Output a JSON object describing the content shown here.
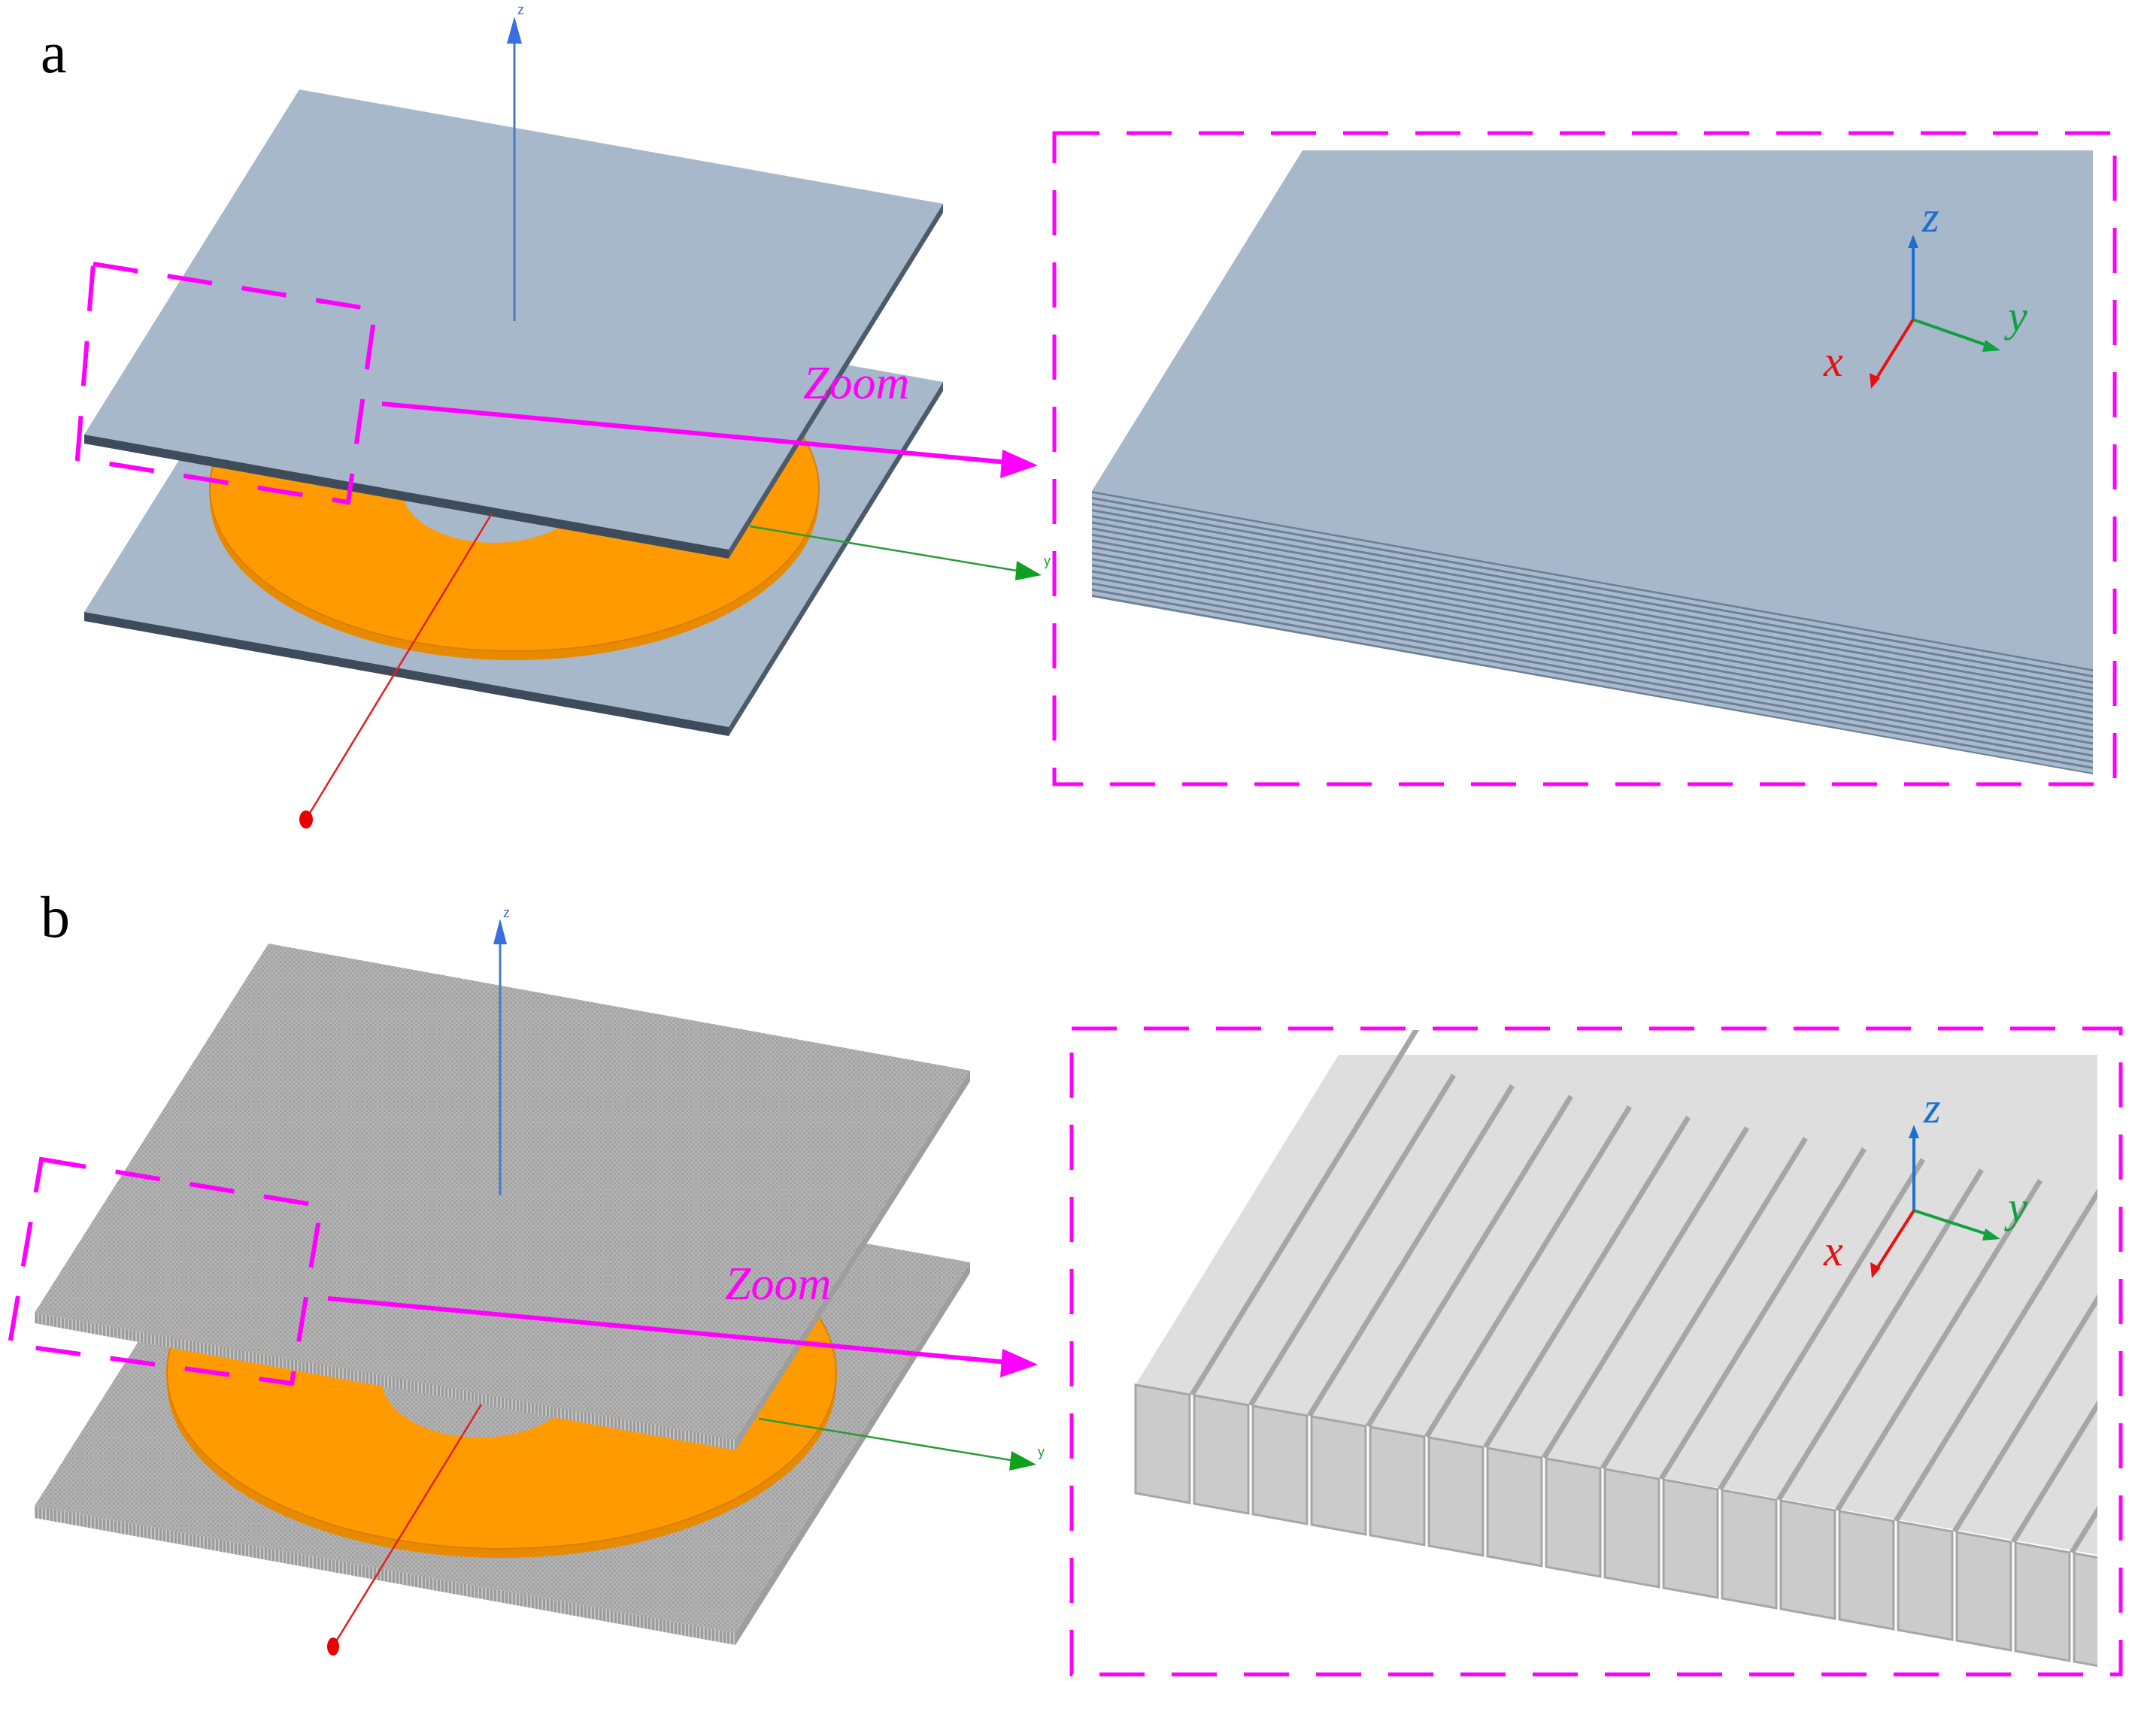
{
  "figure": {
    "panels": [
      {
        "id": "a",
        "label": "a",
        "zoom_label": "Zoom",
        "model_axes": {
          "z": "z",
          "y": "y"
        },
        "inset_axes": {
          "x": "x",
          "y": "y",
          "z": "z"
        },
        "plate_style": "laminated stack (thin horizontal layers)"
      },
      {
        "id": "b",
        "label": "b",
        "zoom_label": "Zoom",
        "model_axes": {
          "z": "z",
          "y": "y"
        },
        "inset_axes": {
          "x": "x",
          "y": "y",
          "z": "z"
        },
        "plate_style": "slotted bars (vertical fins)"
      }
    ]
  },
  "colors": {
    "plate_a_top": "#a8b8cb",
    "plate_a_edge": "#3d4b5b",
    "plate_b": "#b2b2b2",
    "disc": "#ff9a00",
    "disc_edge": "#e88a00",
    "highlight": "#ff00ff",
    "axis_x": "#e81010",
    "axis_y": "#10a040",
    "axis_z": "#1a6fd0",
    "fin_top": "#dedede",
    "fin_front": "#cbcbcb",
    "fin_side": "#a6a6a6"
  }
}
